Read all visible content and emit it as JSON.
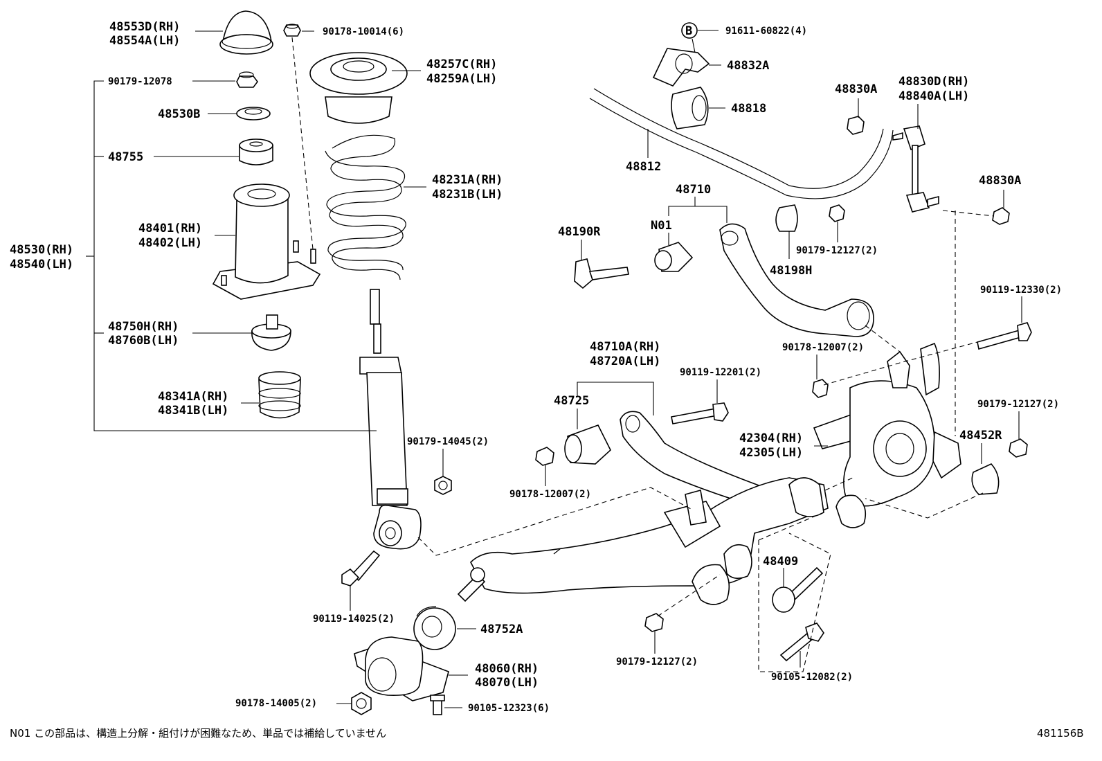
{
  "labels": {
    "l48553d": "48553D(RH)",
    "l48554a": "48554A(LH)",
    "l90178_10014": "90178-10014(6)",
    "l90179_12078": "90179-12078",
    "l48530b": "48530B",
    "l48755": "48755",
    "l48401": "48401(RH)",
    "l48402": "48402(LH)",
    "l48530": "48530(RH)",
    "l48540": "48540(LH)",
    "l48750h": "48750H(RH)",
    "l48760b": "48760B(LH)",
    "l48341a": "48341A(RH)",
    "l48341b": "48341B(LH)",
    "l48257c": "48257C(RH)",
    "l48259a": "48259A(LH)",
    "l48231a": "48231A(RH)",
    "l48231b": "48231B(LH)",
    "l90179_14045": "90179-14045(2)",
    "l90119_14025": "90119-14025(2)",
    "l48752a": "48752A",
    "l48060": "48060(RH)",
    "l48070": "48070(LH)",
    "l90178_14005": "90178-14005(2)",
    "l90105_12323": "90105-12323(6)",
    "lB": "B",
    "l91611_60822": "91611-60822(4)",
    "l48832a": "48832A",
    "l48818": "48818",
    "l48812": "48812",
    "l48830a_1": "48830A",
    "l48830d": "48830D(RH)",
    "l48840a": "48840A(LH)",
    "l48830a_2": "48830A",
    "l48710": "48710",
    "lN01": "N01",
    "l48190r": "48190R",
    "l48198h": "48198H",
    "l90179_12127_a": "90179-12127(2)",
    "l90119_12330": "90119-12330(2)",
    "l90178_12007_a": "90178-12007(2)",
    "l48710a": "48710A(RH)",
    "l48720a": "48720A(LH)",
    "l90119_12201": "90119-12201(2)",
    "l48725": "48725",
    "l90179_12127_b": "90179-12127(2)",
    "l42304": "42304(RH)",
    "l42305": "42305(LH)",
    "l48452r": "48452R",
    "l90178_12007_b": "90178-12007(2)",
    "l48409": "48409",
    "l90179_12127_c": "90179-12127(2)",
    "l90105_12082": "90105-12082(2)"
  },
  "footer": {
    "note": "N01 この部品は、構造上分解・組付けが困難なため、単品では補給していません",
    "code": "481156B"
  }
}
